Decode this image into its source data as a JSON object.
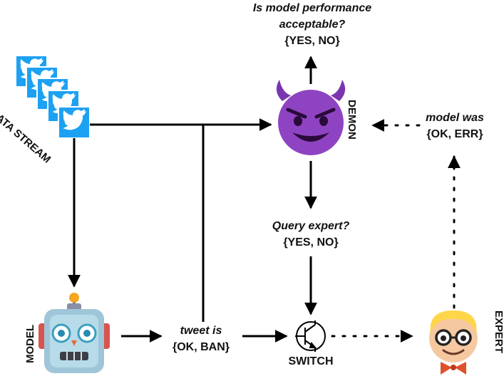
{
  "nodes": {
    "data_stream": {
      "label": "DATA STREAM"
    },
    "model": {
      "label": "MODEL"
    },
    "demon": {
      "label": "DEMON"
    },
    "switch": {
      "label": "SWITCH"
    },
    "expert": {
      "label": "EXPERT"
    }
  },
  "edges": {
    "performance": {
      "question": "Is model  performance",
      "question2": "acceptable?",
      "options": "{YES, NO}"
    },
    "query": {
      "question": "Query expert?",
      "options": "{YES, NO}"
    },
    "tweet": {
      "question": "tweet is",
      "options": "{OK, BAN}"
    },
    "feedback": {
      "question": "model was",
      "options": "{OK, ERR}"
    }
  },
  "icons": {
    "data": "twitter-bird-icon",
    "demon": "smiling-devil-icon",
    "model": "robot-face-icon",
    "switch": "transistor-switch-icon",
    "expert": "nerd-face-bowtie-icon"
  },
  "colors": {
    "twitter": "#1da1f2",
    "devil": "#8e44c2",
    "robot": "#9fc6d8",
    "expert": "#ffd54a"
  }
}
